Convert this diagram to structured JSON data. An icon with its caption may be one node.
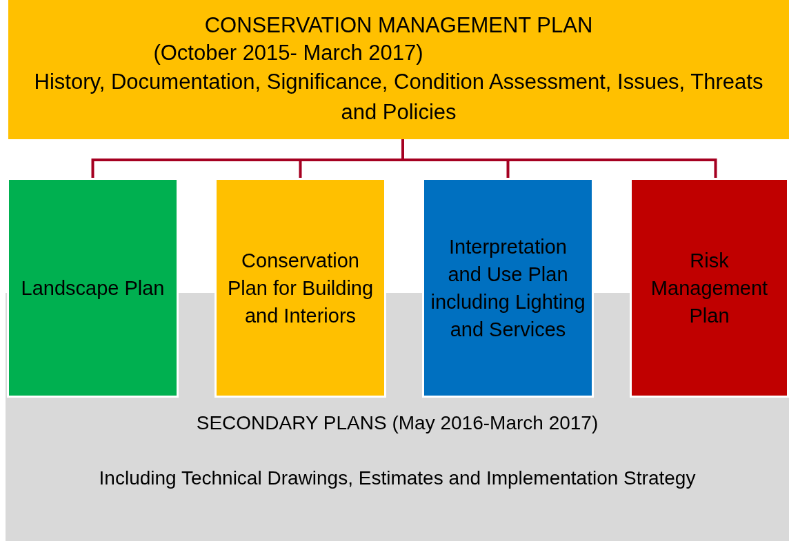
{
  "diagram": {
    "nodes": [
      {
        "text": [
          "CONSERVATION MANAGEMENT PLAN",
          "(October 2015- March 2017)",
          "History, Documentation, Significance, Condition Assessment, Issues, Threats and Policies"
        ]
      },
      {
        "text": [
          "SECONDARY PLANS (May 2016-March 2017)",
          "Including Technical Drawings, Estimates and Implementation Strategy"
        ]
      },
      {
        "text": [
          "Landscape Plan"
        ]
      },
      {
        "text": [
          "Conservation Plan for Building and Interiors"
        ]
      },
      {
        "text": [
          "Interpretation and Use Plan including Lighting and Services"
        ]
      },
      {
        "text": [
          "Risk Management Plan"
        ]
      }
    ],
    "edges": [
      {
        "from": 0,
        "to": 2,
        "arrow": "none"
      },
      {
        "from": 0,
        "to": 3,
        "arrow": "none"
      },
      {
        "from": 0,
        "to": 4,
        "arrow": "none"
      },
      {
        "from": 0,
        "to": 5,
        "arrow": "none"
      }
    ]
  }
}
